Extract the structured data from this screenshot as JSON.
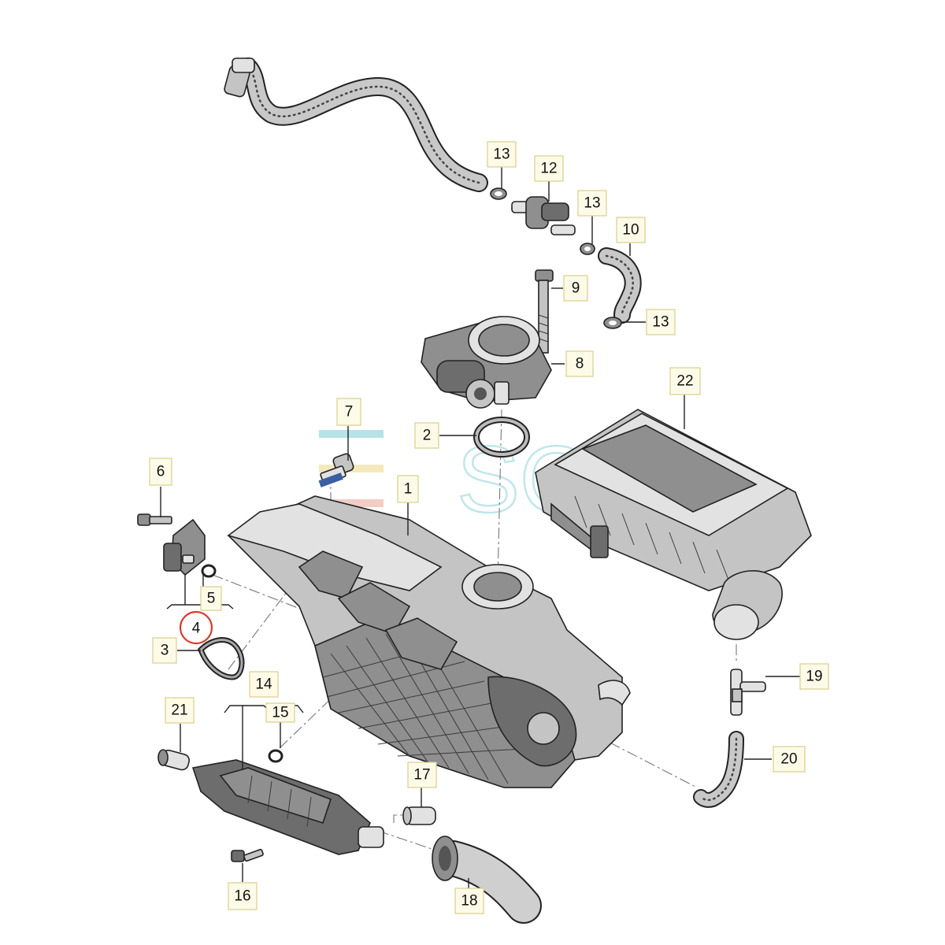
{
  "diagram": {
    "watermark": {
      "text": "SOL",
      "colors": {
        "teal": "#6fc6d2",
        "gold": "#e8d47a",
        "red": "#e39c8a"
      }
    },
    "highlight_color": "#d93a2b",
    "parts": {
      "main": "1",
      "seal_ring": "2",
      "gasket": "3",
      "sensor_highlighted": "4",
      "o_ring": "5",
      "screw_sensor": "6",
      "bolt_top": "7",
      "throttle_body": "8",
      "long_bolt": "9",
      "hose_short": "10",
      "valve": "12",
      "clamp_a": "13",
      "clamp_b": "13",
      "clamp_c": "13",
      "cover_group": "14",
      "small_seal": "15",
      "screw_bottom": "16",
      "small_cap": "17",
      "elbow_pipe": "18",
      "t_connector": "19",
      "curved_hose": "20",
      "plug": "21",
      "air_box": "22"
    }
  }
}
